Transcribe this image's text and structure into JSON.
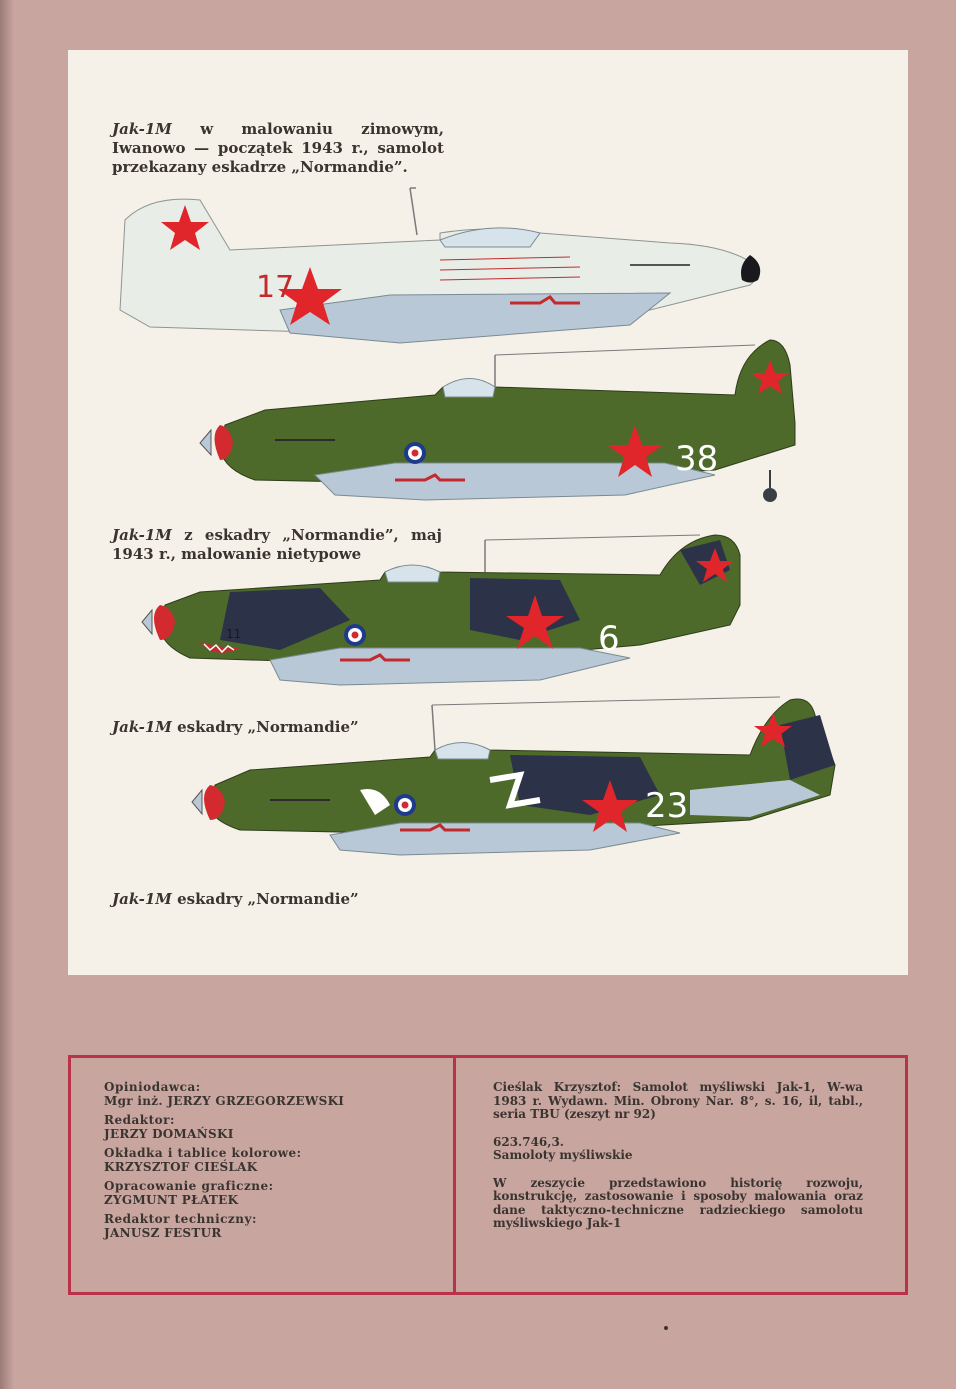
{
  "captions": {
    "plane1_model": "Jak-1M",
    "plane1_text": " w malowaniu zimowym, Iwanowo — początek 1943 r., samolot przekazany eskadrze „Normandie”.",
    "plane2_model": "Jak-1M",
    "plane2_text": " z eskadry „Normandie”, maj 1943 r., malowanie nietypowe",
    "plane3_model": "Jak-1M",
    "plane3_text": " eskadry „Normandie”",
    "plane4_model": "Jak-1M",
    "plane4_text": " eskadry „Normandie”"
  },
  "aircraft": {
    "plane1_number": "17",
    "plane2_number": "38",
    "plane3_number": "6",
    "plane4_number": "23",
    "plane3_nose_mark": "11"
  },
  "credits": [
    {
      "label": "Opiniodawca:",
      "name": "Mgr inż. JERZY GRZEGORZEWSKI"
    },
    {
      "label": "Redaktor:",
      "name": "JERZY DOMAŃSKI"
    },
    {
      "label": "Okładka i tablice kolorowe:",
      "name": "KRZYSZTOF CIEŚLAK"
    },
    {
      "label": "Opracowanie graficzne:",
      "name": "ZYGMUNT PŁATEK"
    },
    {
      "label": "Redaktor techniczny:",
      "name": "JANUSZ FESTUR"
    }
  ],
  "bibliography": {
    "citation": "Cieślak Krzysztof: Samolot myśliwski Jak-1, W-wa 1983 r. Wydawn. Min. Obrony Nar. 8°, s. 16, il, tabl., seria TBU (zeszyt nr 92)",
    "classification": "623.746,3.",
    "subject": "Samoloty myśliwskie",
    "abstract": "W zeszycie przedstawiono historię rozwoju, konstrukcję, zastosowanie i sposoby malowania oraz dane taktyczno-techniczne radzieckiego samolotu myśliwskiego Jak-1"
  },
  "colors": {
    "page": "#c8a59f",
    "plate": "#f6f1e8",
    "frame": "#b8324a",
    "star": "#e0262b",
    "olive": "#4d6a2a",
    "dark_blue": "#2c3247",
    "winter_white": "#e9ede8",
    "underside": "#b9c8d6"
  }
}
